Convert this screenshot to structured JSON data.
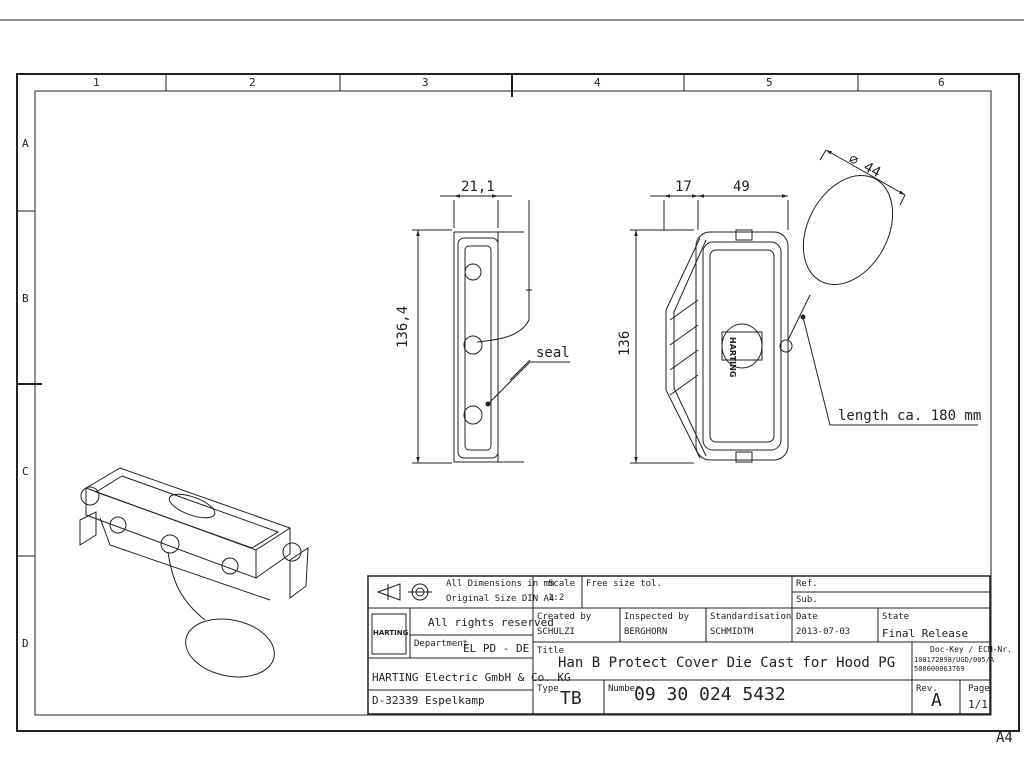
{
  "frame": {
    "columns": [
      "1",
      "2",
      "3",
      "4",
      "5",
      "6"
    ],
    "rows": [
      "A",
      "B",
      "C",
      "D"
    ],
    "sheet_size": "A4"
  },
  "drawing": {
    "side_view": {
      "dim_width": "21,1",
      "dim_height": "136,4",
      "seal_label": "seal"
    },
    "front_view": {
      "dim_left": "17",
      "dim_width": "49",
      "dim_height": "136",
      "dim_ring_diameter": "⌀ 44",
      "length_note": "length ca. 180 mm"
    },
    "logo_on_part": "HARTING"
  },
  "title_block": {
    "dimensions_note_1": "All Dimensions in mm",
    "dimensions_note_2": "Original Size DIN A4",
    "scale_label": "Scale",
    "scale_value": "1:2",
    "tolerance": "Free size tol.",
    "ref_label": "Ref.",
    "sub_label": "Sub.",
    "rights": "All rights reserved",
    "company_logo": "HARTING",
    "department_label": "Department",
    "department_value": "EL PD - DE",
    "created_by_label": "Created by",
    "created_by_value": "SCHULZI",
    "inspected_by_label": "Inspected by",
    "inspected_by_value": "BERGHORN",
    "standardisation_label": "Standardisation",
    "standardisation_value": "SCHMIDTM",
    "date_label": "Date",
    "date_value": "2013-07-03",
    "state_label": "State",
    "state_value": "Final Release",
    "title_label": "Title",
    "title_value": "Han B Protect Cover Die Cast for Hood PG",
    "doc_key_label": "Doc-Key / ECM-Nr.",
    "doc_key_value_1": "100172898/UGD/005/A",
    "doc_key_value_2": "500000063769",
    "company_name": "HARTING Electric GmbH & Co. KG",
    "company_address": "D-32339 Espelkamp",
    "type_label": "Type",
    "type_value": "TB",
    "number_label": "Number",
    "number_value": "09 30 024 5432",
    "rev_label": "Rev.",
    "rev_value": "A",
    "page_label": "Page",
    "page_value": "1/1"
  }
}
